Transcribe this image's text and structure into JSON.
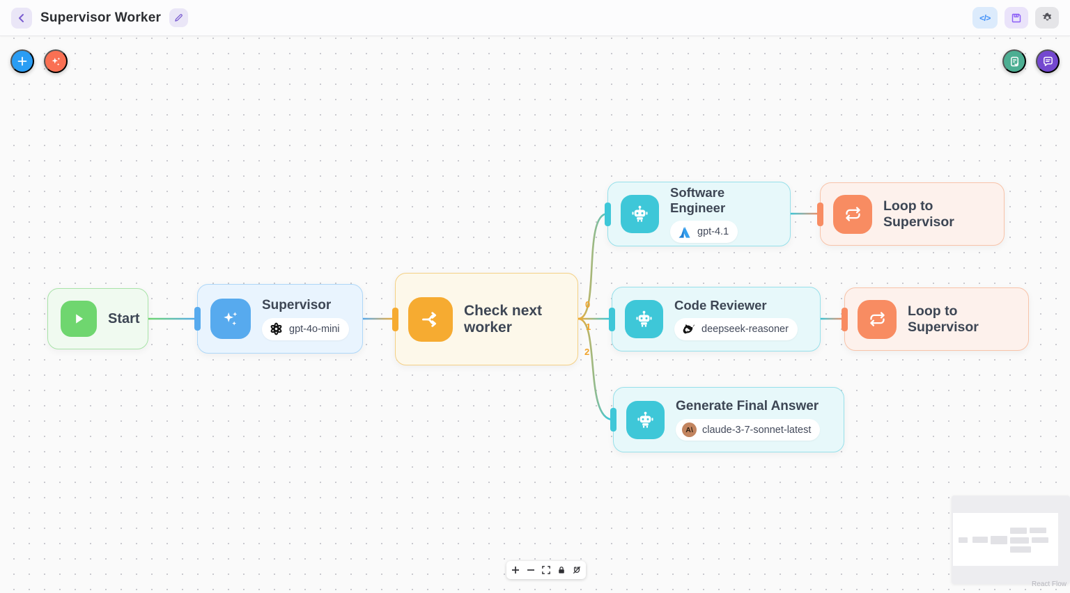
{
  "header": {
    "title": "Supervisor Worker",
    "code_glyph": "</>"
  },
  "nodes": {
    "start": {
      "title": "Start"
    },
    "supervisor": {
      "title": "Supervisor",
      "model": "gpt-4o-mini",
      "provider": "openai"
    },
    "check_next_worker": {
      "title": "Check next worker"
    },
    "software_engineer": {
      "title": "Software Engineer",
      "model": "gpt-4.1",
      "provider": "azure"
    },
    "loop_to_supervisor_1": {
      "title": "Loop to Supervisor"
    },
    "code_reviewer": {
      "title": "Code Reviewer",
      "model": "deepseek-reasoner",
      "provider": "deepseek"
    },
    "loop_to_supervisor_2": {
      "title": "Loop to Supervisor"
    },
    "generate_final_answer": {
      "title": "Generate Final Answer",
      "model": "claude-3-7-sonnet-latest",
      "provider": "anthropic"
    }
  },
  "edge_labels": [
    "0",
    "1",
    "2"
  ],
  "logo_glyphs": {
    "anthropic": "A\\"
  },
  "palette": {
    "green": "#6fd66f",
    "blue": "#57aaee",
    "amber": "#f6ab31",
    "teal": "#3ec7d8",
    "salmon": "#f88c62",
    "purple": "#7448cf",
    "fab_blue": "#2a9df4",
    "fab_coral": "#fa7053",
    "fab_green": "#4cae92"
  },
  "attribution": "React Flow"
}
